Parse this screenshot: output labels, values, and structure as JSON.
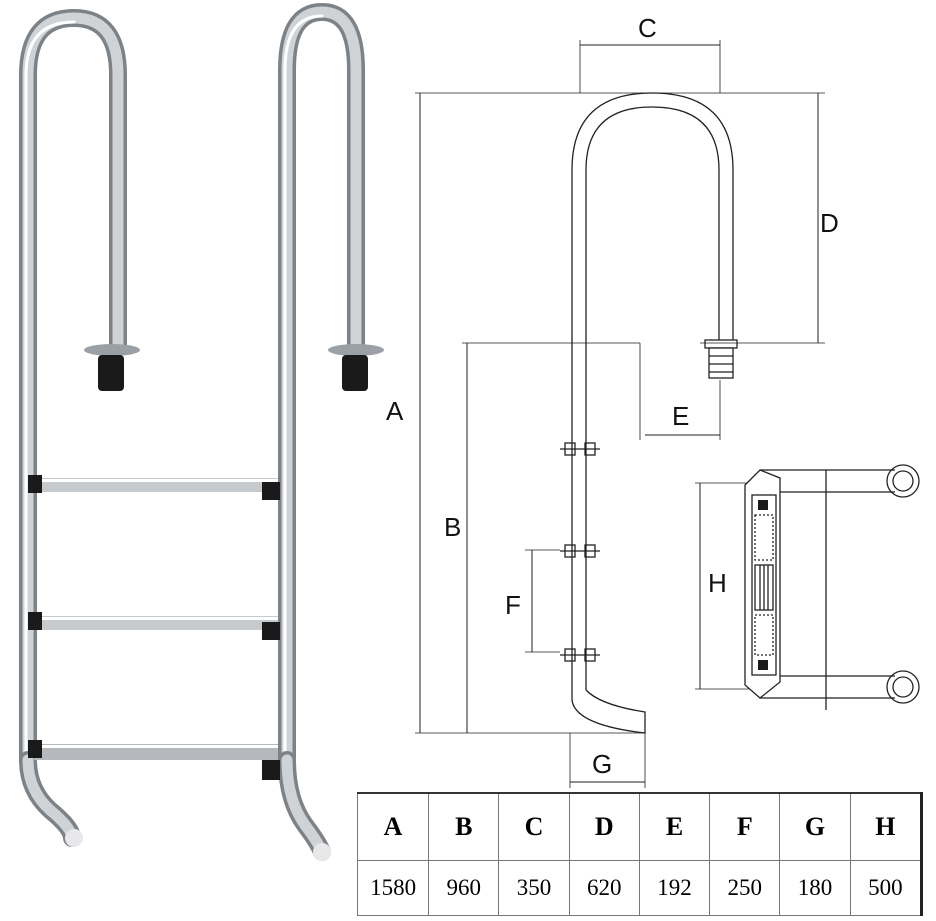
{
  "dimension_labels": {
    "A": "A",
    "B": "B",
    "C": "C",
    "D": "D",
    "E": "E",
    "F": "F",
    "G": "G",
    "H": "H"
  },
  "spec_table": {
    "headers": [
      "A",
      "B",
      "C",
      "D",
      "E",
      "F",
      "G",
      "H"
    ],
    "values": [
      "1580",
      "960",
      "350",
      "620",
      "192",
      "250",
      "180",
      "500"
    ]
  },
  "colors": {
    "steel": "#b9bdc1",
    "line": "#222222",
    "step_black": "#1a1a1a"
  }
}
